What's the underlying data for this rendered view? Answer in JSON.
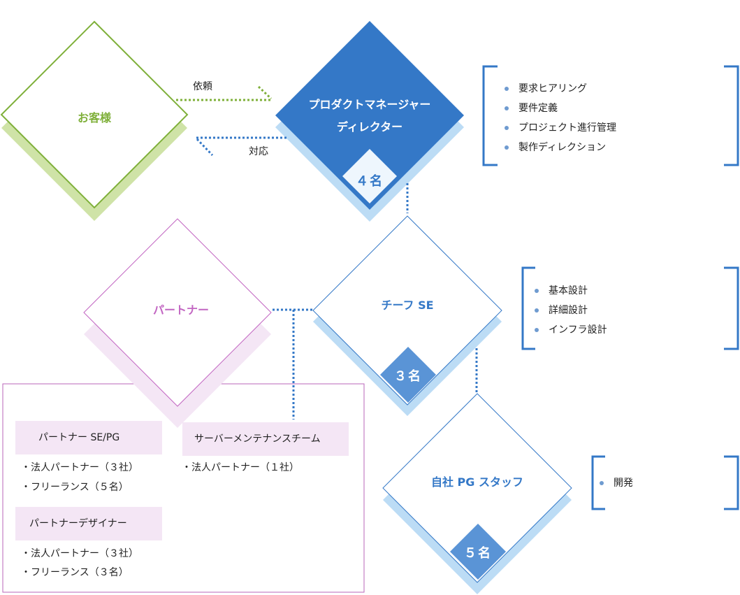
{
  "colors": {
    "customer": "#7fb03a",
    "customer_shadow": "#cfe3a7",
    "blue": "#3478c7",
    "blue_light": "#bcdcf5",
    "partner": "#c266c2",
    "partner_shadow": "#f4e6f5",
    "text": "#222222"
  },
  "customer": {
    "label": "お客様"
  },
  "flow": {
    "request_label": "依頼",
    "response_label": "対応"
  },
  "pm": {
    "line1": "プロダクトマネージャー",
    "line2": "ディレクター",
    "count": "４名"
  },
  "pm_tasks": [
    "要求ヒアリング",
    "要件定義",
    "プロジェクト進行管理",
    "製作ディレクション"
  ],
  "chief": {
    "label": "チーフ SE",
    "count": "３名"
  },
  "chief_tasks": [
    "基本設計",
    "詳細設計",
    "インフラ設計"
  ],
  "staff": {
    "label": "自社 PG スタッフ",
    "count": "５名"
  },
  "staff_tasks": [
    "開発"
  ],
  "partner": {
    "label": "パートナー"
  },
  "partner_box": {
    "se_pg": {
      "title": "パートナー SE/PG",
      "items": [
        "・法人パートナー（３社）",
        "・フリーランス（５名）"
      ]
    },
    "server": {
      "title": "サーバーメンテナンスチーム",
      "items": [
        "・法人パートナー（１社）"
      ]
    },
    "designer": {
      "title": "パートナーデザイナー",
      "items": [
        "・法人パートナー（３社）",
        "・フリーランス（３名）"
      ]
    }
  }
}
